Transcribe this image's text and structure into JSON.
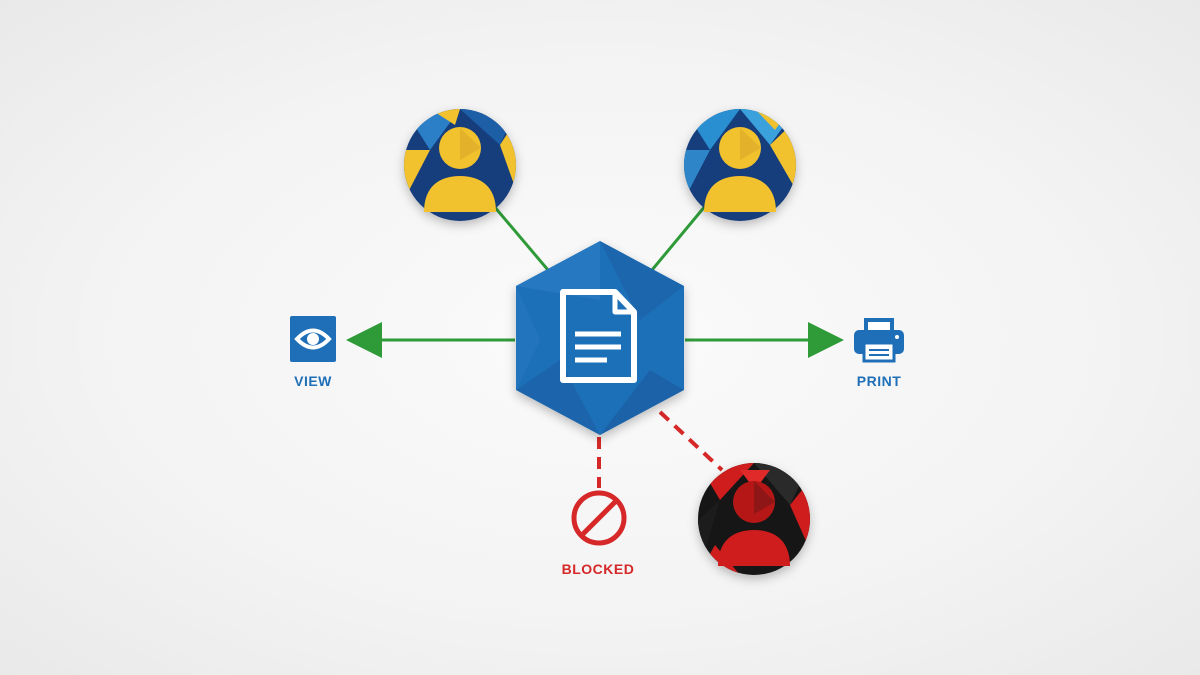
{
  "labels": {
    "view": "VIEW",
    "print": "PRINT",
    "blocked": "BLOCKED"
  },
  "icons": {
    "center": "document-icon",
    "view": "eye-icon",
    "print": "printer-icon",
    "blocked": "prohibited-icon",
    "authorized_user_left": "user-icon",
    "authorized_user_right": "user-icon",
    "unauthorized_user": "user-icon"
  },
  "colors": {
    "allowed_connector": "#2e9a38",
    "denied_connector": "#d62828",
    "primary_blue": "#1f6fb8",
    "user_yellow": "#f2c12e",
    "user_dark_blue": "#123c7c",
    "threat_red": "#cf1d1d",
    "threat_black": "#151515"
  }
}
